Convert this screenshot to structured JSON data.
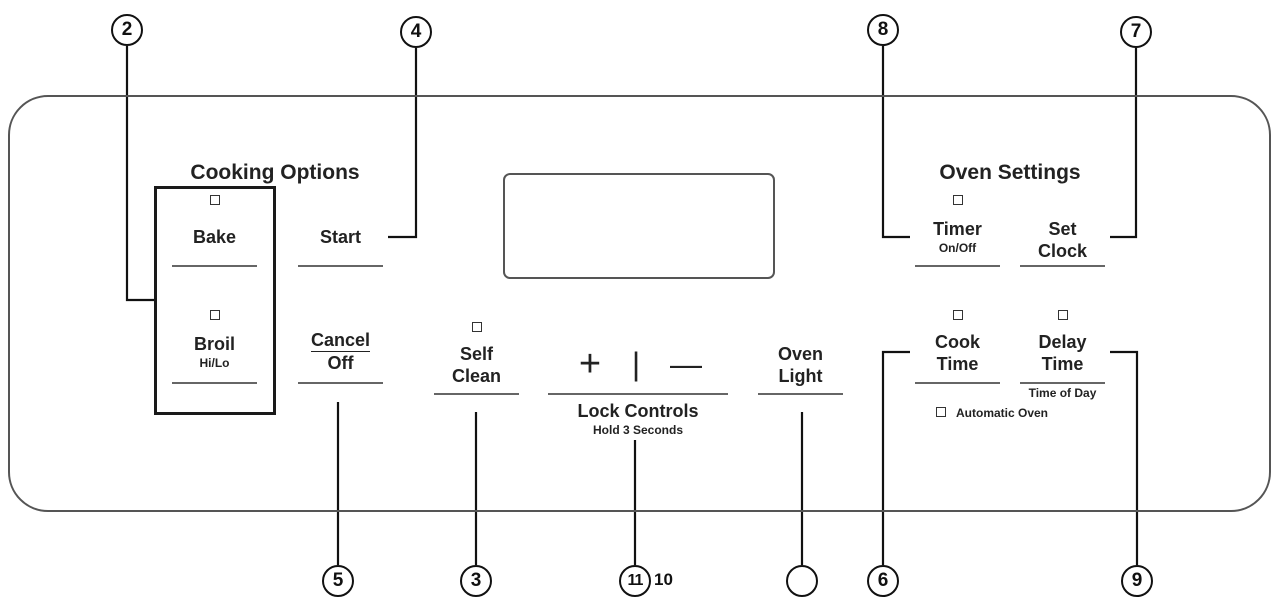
{
  "panel": {
    "cooking_options_label": "Cooking Options",
    "oven_settings_label": "Oven Settings",
    "buttons": {
      "bake": "Bake",
      "broil": "Broil",
      "broil_sub": "Hi/Lo",
      "start": "Start",
      "cancel": "Cancel",
      "off": "Off",
      "self": "Self",
      "clean": "Clean",
      "plus": "+",
      "divider": "|",
      "minus": "—",
      "lock_controls": "Lock Controls",
      "lock_sub": "Hold 3 Seconds",
      "oven": "Oven",
      "light": "Light",
      "timer": "Timer",
      "timer_sub": "On/Off",
      "set": "Set",
      "clock": "Clock",
      "cook": "Cook",
      "cook_time": "Time",
      "delay": "Delay",
      "delay_time": "Time",
      "time_of_day": "Time of Day",
      "automatic_oven": "Automatic Oven"
    }
  },
  "callouts": {
    "c2": "2",
    "c4": "4",
    "c8": "8",
    "c7": "7",
    "c5": "5",
    "c3": "3",
    "c11": "11",
    "c10": "10",
    "c6": "6",
    "c9": "9"
  }
}
